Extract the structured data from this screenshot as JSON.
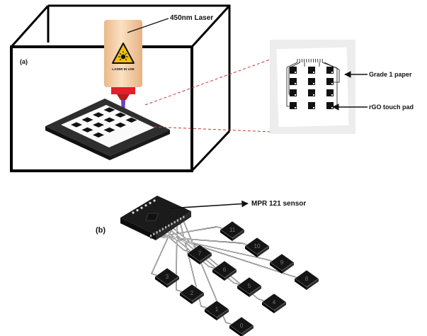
{
  "panel_a": {
    "label": "(a)",
    "laser_label": "450nm Laser",
    "laser_warning": "LASER IN USE",
    "paper_label": "Grade 1 paper",
    "pad_label": "rGO touch pad"
  },
  "panel_b": {
    "label": "(b)",
    "sensor_label": "MPR 121 sensor",
    "pad_numbers": [
      "11",
      "10",
      "9",
      "8",
      "7",
      "6",
      "5",
      "4",
      "3",
      "2",
      "1",
      "0"
    ]
  },
  "colors": {
    "laser_body": "#f5cfa4",
    "laser_nozzle": "#e0202a",
    "beam": "#5a2cc0",
    "warning_sign": "#f3c300",
    "pointer_dashed": "#d03030"
  }
}
